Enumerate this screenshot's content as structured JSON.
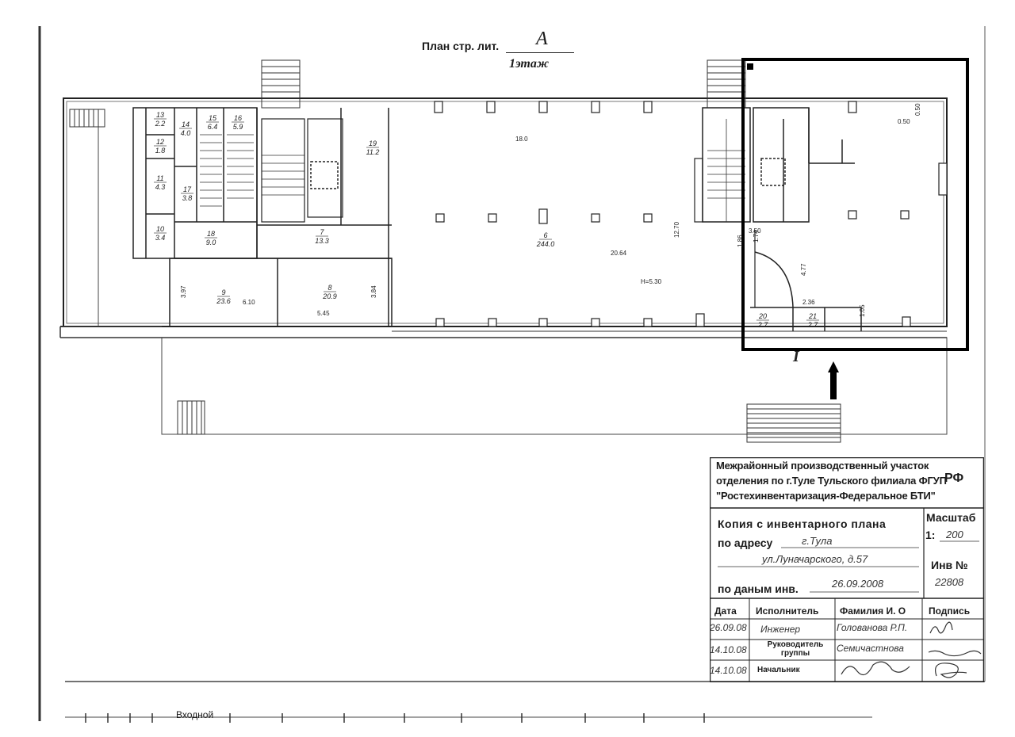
{
  "header": {
    "plan_label": "План стр. лит.",
    "liter": "А",
    "floor": "1этаж"
  },
  "rooms": [
    {
      "num": "13",
      "area": "2.2"
    },
    {
      "num": "12",
      "area": "1.8"
    },
    {
      "num": "11",
      "area": "4.3"
    },
    {
      "num": "10",
      "area": "3.4"
    },
    {
      "num": "14",
      "area": "4.0"
    },
    {
      "num": "15",
      "area": "6.4"
    },
    {
      "num": "16",
      "area": "5.9"
    },
    {
      "num": "17",
      "area": "3.8"
    },
    {
      "num": "18",
      "area": "9.0"
    },
    {
      "num": "19",
      "area": "11.2"
    },
    {
      "num": "7",
      "area": "13.3"
    },
    {
      "num": "9",
      "area": "23.6"
    },
    {
      "num": "8",
      "area": "20.9"
    },
    {
      "num": "6",
      "area": "244.0"
    },
    {
      "num": "20",
      "area": "2.7"
    },
    {
      "num": "21",
      "area": "2.7"
    }
  ],
  "dimensions": [
    "18.0",
    "20.64",
    "12.70",
    "H=5.30",
    "3.97",
    "6.10",
    "5.45",
    "3.84",
    "0.50",
    "0.50",
    "3.50",
    "1.86",
    "1.74",
    "4.77",
    "2.36",
    "1.05"
  ],
  "marker": "I",
  "stamp": {
    "org_line1": "Межрайонный производственный участок",
    "org_line2": "отделения по г.Туле Тульского филиала ФГУП",
    "org_line3": "\"Ростехинвентаризация-Федеральное БТИ\"",
    "rf": "РФ",
    "copy_label": "Копия  с  инвентарного плана",
    "address_label": "по адресу",
    "address_city": "г.Тула",
    "address_street": "ул.Луначарского, д.57",
    "scale_label": "Масштаб",
    "scale_prefix": "1:",
    "scale_value": "200",
    "inv_label": "Инв №",
    "inv_value": "22808",
    "by_data_label": "по даным инв.",
    "by_data_date": "26.09.2008",
    "table_headers": [
      "Дата",
      "Исполнитель",
      "Фамилия И. О",
      "Подпись"
    ],
    "rows": [
      {
        "date": "26.09.08",
        "role": "Инженер",
        "name": "Голованова Р.П."
      },
      {
        "date": "14.10.08",
        "role": "Руководитель группы",
        "name": "Семичастнова"
      },
      {
        "date": "14.10.08",
        "role": "Начальник",
        "name": ""
      }
    ]
  },
  "footer": {
    "bottom_text": "Входной"
  }
}
